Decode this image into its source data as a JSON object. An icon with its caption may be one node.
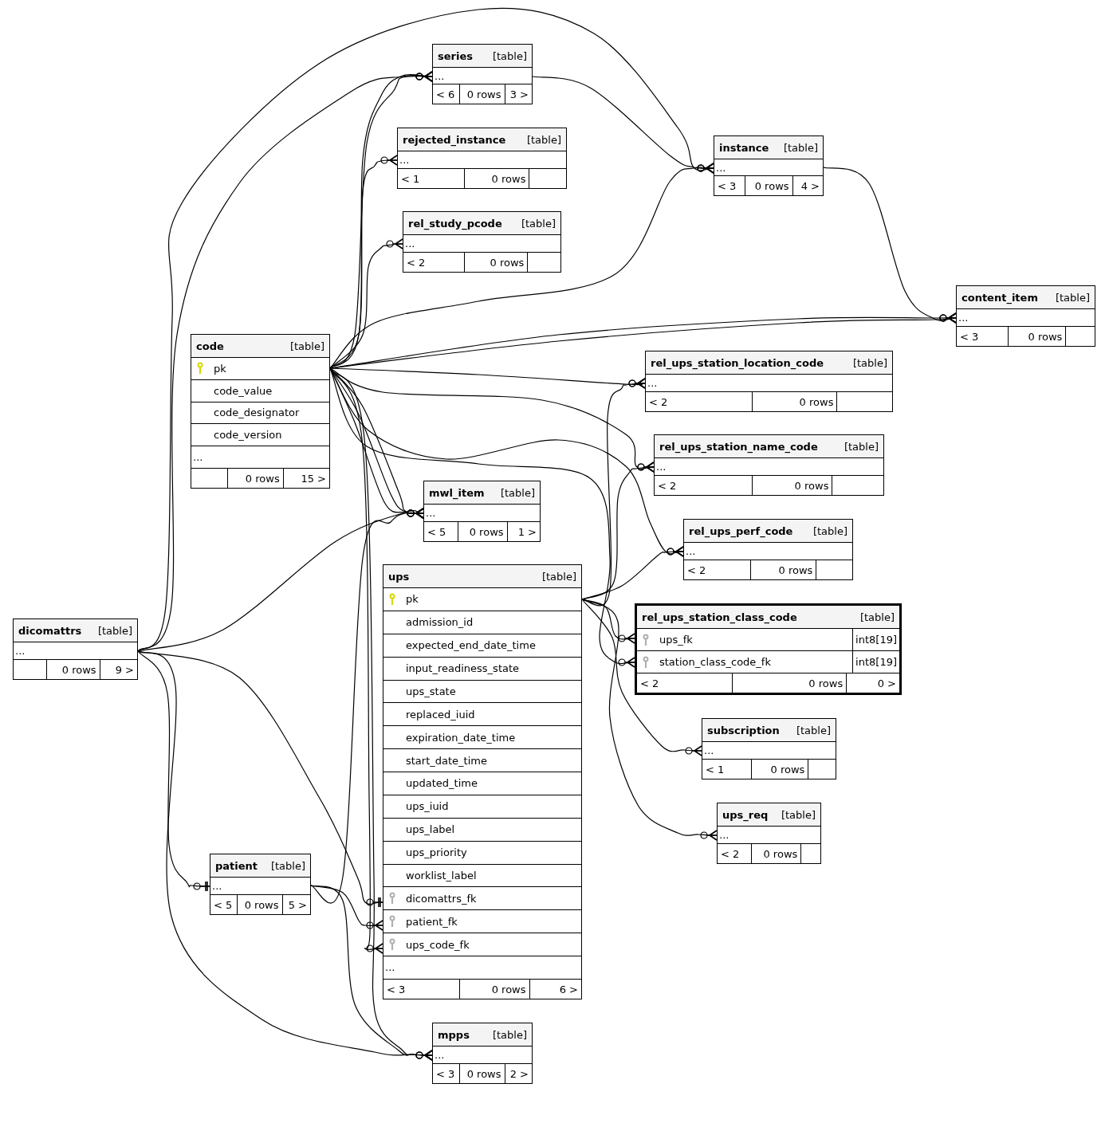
{
  "diagram": {
    "nodes": [
      {
        "text": [
          "series",
          "[table]",
          "...",
          "< 6",
          "0 rows",
          "3 >"
        ]
      },
      {
        "text": [
          "rejected_instance",
          "[table]",
          "...",
          "< 1",
          "0 rows"
        ]
      },
      {
        "text": [
          "rel_study_pcode",
          "[table]",
          "...",
          "< 2",
          "0 rows"
        ]
      },
      {
        "text": [
          "instance",
          "[table]",
          "...",
          "< 3",
          "0 rows",
          "4 >"
        ]
      },
      {
        "text": [
          "content_item",
          "[table]",
          "...",
          "< 3",
          "0 rows"
        ]
      },
      {
        "text": [
          "code",
          "[table]",
          "pk",
          "code_value",
          "code_designator",
          "code_version",
          "...",
          "0 rows",
          "15 >"
        ]
      },
      {
        "text": [
          "rel_ups_station_location_code",
          "[table]",
          "...",
          "< 2",
          "0 rows"
        ]
      },
      {
        "text": [
          "rel_ups_station_name_code",
          "[table]",
          "...",
          "< 2",
          "0 rows"
        ]
      },
      {
        "text": [
          "mwl_item",
          "[table]",
          "...",
          "< 5",
          "0 rows",
          "1 >"
        ]
      },
      {
        "text": [
          "rel_ups_perf_code",
          "[table]",
          "...",
          "< 2",
          "0 rows"
        ]
      },
      {
        "text": [
          "ups",
          "[table]",
          "pk",
          "admission_id",
          "expected_end_date_time",
          "input_readiness_state",
          "ups_state",
          "replaced_iuid",
          "expiration_date_time",
          "start_date_time",
          "updated_time",
          "ups_iuid",
          "ups_label",
          "ups_priority",
          "worklist_label",
          "dicomattrs_fk",
          "patient_fk",
          "ups_code_fk",
          "...",
          "< 3",
          "0 rows",
          "6 >"
        ]
      },
      {
        "text": [
          "rel_ups_station_class_code",
          "[table]",
          "ups_fk",
          "int8[19]",
          "station_class_code_fk",
          "int8[19]",
          "< 2",
          "0 rows",
          "0 >"
        ]
      },
      {
        "text": [
          "dicomattrs",
          "[table]",
          "...",
          "0 rows",
          "9 >"
        ]
      },
      {
        "text": [
          "subscription",
          "[table]",
          "...",
          "< 1",
          "0 rows"
        ]
      },
      {
        "text": [
          "ups_req",
          "[table]",
          "...",
          "< 2",
          "0 rows"
        ]
      },
      {
        "text": [
          "patient",
          "[table]",
          "...",
          "< 5",
          "0 rows",
          "5 >"
        ]
      },
      {
        "text": [
          "mpps",
          "[table]",
          "...",
          "< 3",
          "0 rows",
          "2 >"
        ]
      }
    ],
    "edges": [
      {
        "from": 12,
        "to": 0,
        "arrow": "other"
      },
      {
        "from": 5,
        "to": 0,
        "arrow": "other"
      },
      {
        "from": 5,
        "to": 0,
        "arrow": "other"
      },
      {
        "from": 5,
        "to": 1,
        "arrow": "other"
      },
      {
        "from": 5,
        "to": 2,
        "arrow": "other"
      },
      {
        "from": 12,
        "to": 3,
        "arrow": "other"
      },
      {
        "from": 0,
        "to": 3,
        "arrow": "other"
      },
      {
        "from": 5,
        "to": 3,
        "arrow": "other"
      },
      {
        "from": 3,
        "to": 4,
        "arrow": "other"
      },
      {
        "from": 5,
        "to": 4,
        "arrow": "other"
      },
      {
        "from": 5,
        "to": 4,
        "arrow": "other"
      },
      {
        "from": 5,
        "to": 6,
        "arrow": "other"
      },
      {
        "from": 10,
        "to": 6,
        "arrow": "other"
      },
      {
        "from": 5,
        "to": 7,
        "arrow": "other"
      },
      {
        "from": 10,
        "to": 7,
        "arrow": "other"
      },
      {
        "from": 5,
        "to": 9,
        "arrow": "other"
      },
      {
        "from": 10,
        "to": 9,
        "arrow": "other"
      },
      {
        "from": 10,
        "to": 11,
        "arrow": "other"
      },
      {
        "from": 5,
        "to": 11,
        "arrow": "other"
      },
      {
        "from": 10,
        "to": 13,
        "arrow": "other"
      },
      {
        "from": 10,
        "to": 14,
        "arrow": "other"
      },
      {
        "from": 12,
        "to": 8,
        "arrow": "other"
      },
      {
        "from": 15,
        "to": 8,
        "arrow": "other"
      },
      {
        "from": 5,
        "to": 8,
        "arrow": "other"
      },
      {
        "from": 5,
        "to": 8,
        "arrow": "other"
      },
      {
        "from": 5,
        "to": 8,
        "arrow": "other"
      },
      {
        "from": 12,
        "to": 15,
        "arrow": "other"
      },
      {
        "from": 12,
        "to": 10,
        "arrow": "other"
      },
      {
        "from": 15,
        "to": 10,
        "arrow": "other"
      },
      {
        "from": 5,
        "to": 10,
        "arrow": "other"
      },
      {
        "from": 12,
        "to": 16,
        "arrow": "other"
      },
      {
        "from": 15,
        "to": 16,
        "arrow": "other"
      },
      {
        "from": 5,
        "to": 16,
        "arrow": "other"
      }
    ]
  }
}
